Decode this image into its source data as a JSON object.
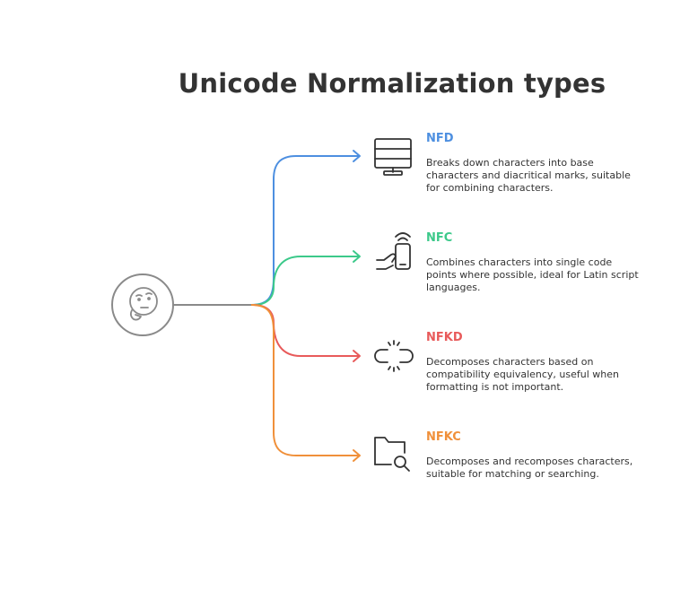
{
  "title": "Unicode Normalization types",
  "colors": {
    "trunk": "#8a8a8a",
    "center_icon": "#8a8a8a",
    "icon": "#333333",
    "text": "#333333"
  },
  "center": {
    "icon": "thinking-face-icon"
  },
  "items": [
    {
      "label": "NFD",
      "description": "Breaks down characters into base characters and diacritical marks, suitable for combining characters.",
      "color": "#4d8fe0",
      "icon": "server-icon"
    },
    {
      "label": "NFC",
      "description": "Combines characters into single code points where possible, ideal for Latin script languages.",
      "color": "#3cc98a",
      "icon": "phone-nfc-icon"
    },
    {
      "label": "NFKD",
      "description": "Decomposes characters based on compatibility equivalency, useful when formatting is not important.",
      "color": "#e85a5a",
      "icon": "broken-link-icon"
    },
    {
      "label": "NFKC",
      "description": "Decomposes and recomposes characters, suitable for matching or searching.",
      "color": "#f0903a",
      "icon": "folder-search-icon"
    }
  ]
}
